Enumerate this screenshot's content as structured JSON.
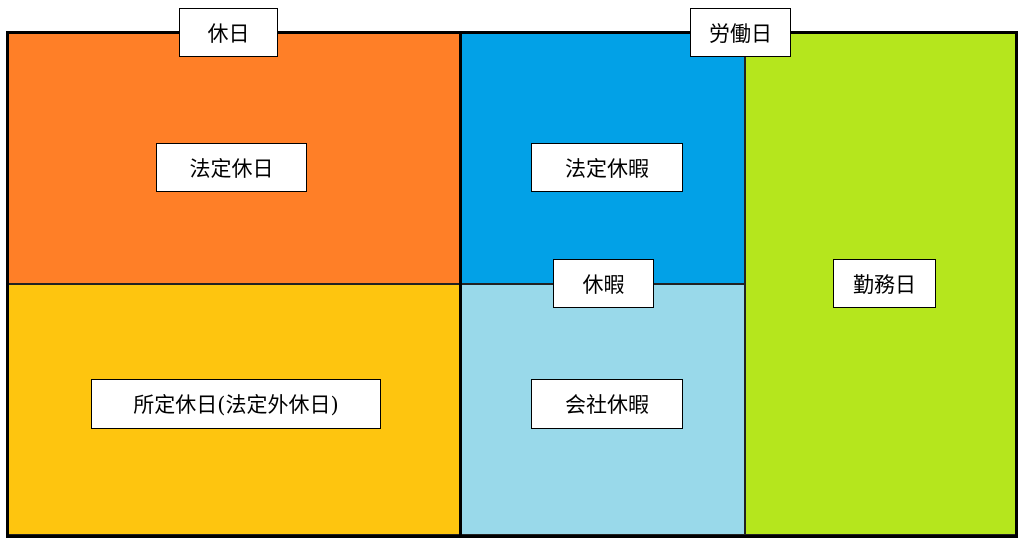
{
  "diagram": {
    "groups": {
      "holiday": "休日",
      "working_day": "労働日"
    },
    "regions": {
      "legal_holiday": {
        "label": "法定休日",
        "color": "#FF7F27"
      },
      "prescribed_holiday": {
        "label": "所定休日(法定外休日)",
        "color": "#FEC50F"
      },
      "legal_leave": {
        "label": "法定休暇",
        "color": "#02A1E7"
      },
      "company_leave": {
        "label": "会社休暇",
        "color": "#99D9EA"
      },
      "workday": {
        "label": "勤務日",
        "color": "#B5E61D"
      }
    },
    "leave_label": "休暇"
  }
}
